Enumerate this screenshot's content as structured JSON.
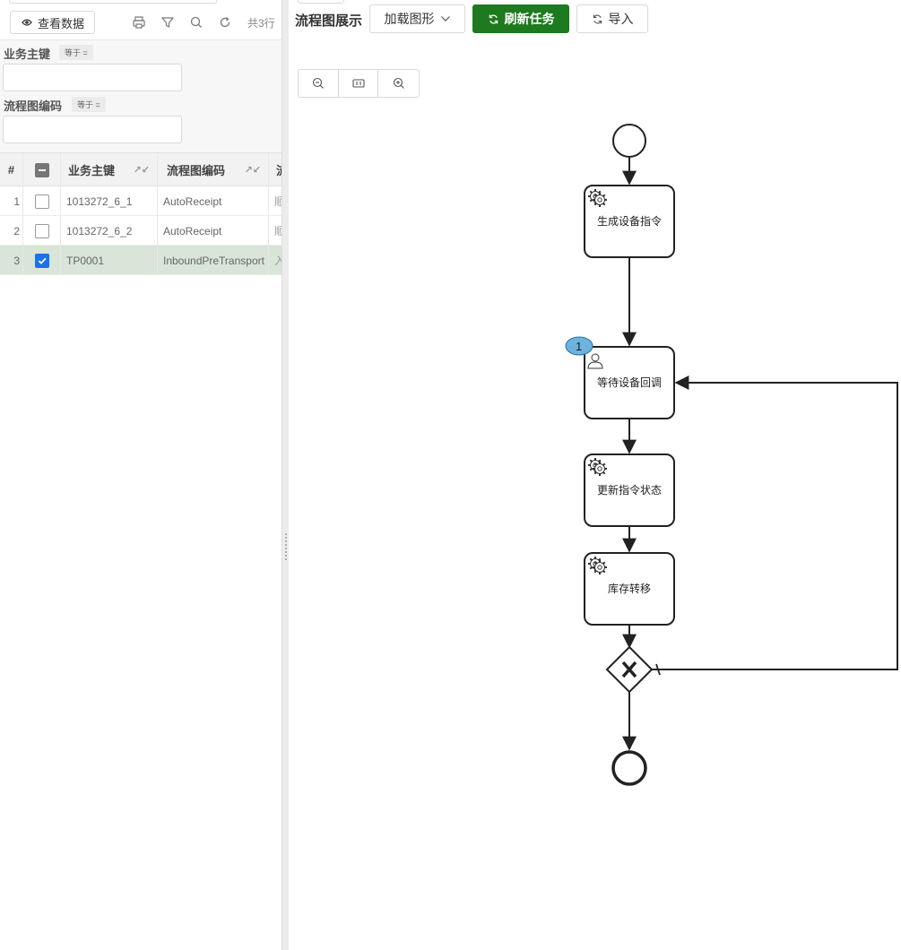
{
  "left_panel": {
    "view_data_label": "查看数据",
    "row_count_text": "共3行",
    "filters": [
      {
        "label": "业务主键",
        "operator": "等于 =",
        "value": ""
      },
      {
        "label": "流程图编码",
        "operator": "等于 =",
        "value": ""
      }
    ],
    "grid": {
      "columns": [
        "#",
        "业务主键",
        "流程图编码",
        "流"
      ],
      "rows": [
        {
          "index": "1",
          "checked": false,
          "business_key": "1013272_6_1",
          "flow_code": "AutoReceipt",
          "extra": "顺"
        },
        {
          "index": "2",
          "checked": false,
          "business_key": "1013272_6_2",
          "flow_code": "AutoReceipt",
          "extra": "顺"
        },
        {
          "index": "3",
          "checked": true,
          "business_key": "TP0001",
          "flow_code": "InboundPreTransport",
          "extra": "入"
        }
      ]
    }
  },
  "right_panel": {
    "title": "流程图展示",
    "load_diagram_label": "加载图形",
    "refresh_tasks_label": "刷新任务",
    "import_label": "导入",
    "accent_color": "#1d7a1f"
  },
  "diagram": {
    "tasks": [
      {
        "label": "生成设备指令",
        "kind": "service"
      },
      {
        "label": "等待设备回调",
        "kind": "user",
        "badge": "1"
      },
      {
        "label": "更新指令状态",
        "kind": "service"
      },
      {
        "label": "库存转移",
        "kind": "service"
      }
    ],
    "gateway": "exclusive",
    "badge_color": "#6cb4de"
  }
}
